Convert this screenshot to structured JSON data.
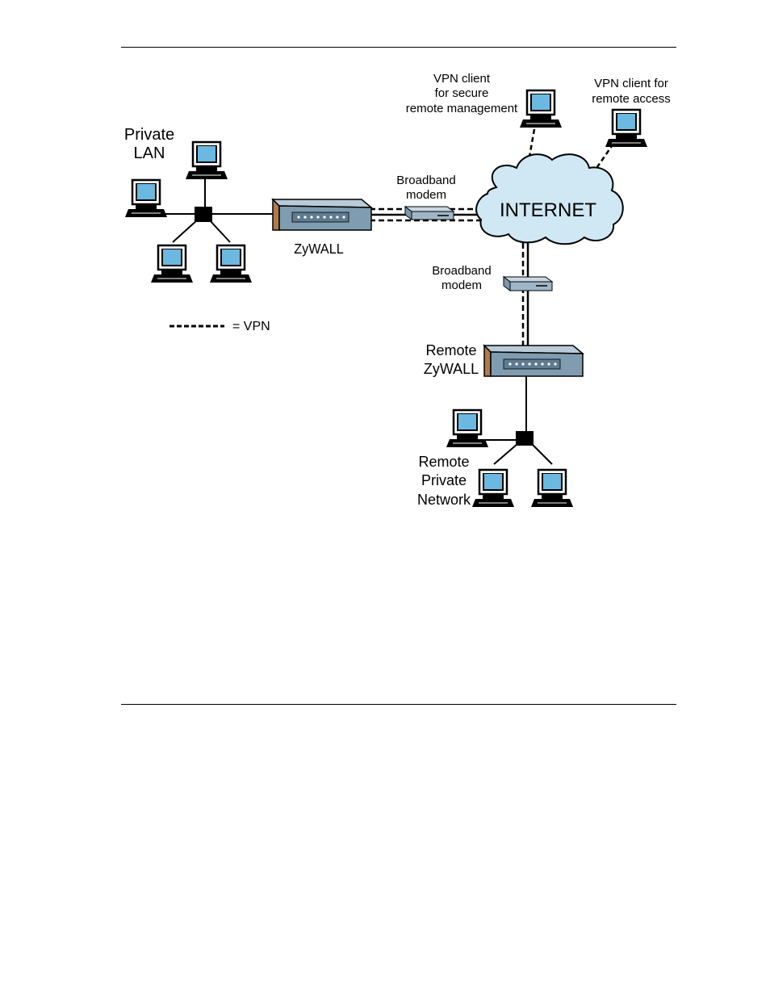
{
  "labels": {
    "private_lan_1": "Private",
    "private_lan_2": "LAN",
    "zywall": "ZyWALL",
    "broadband_modem_top_1": "Broadband",
    "broadband_modem_top_2": "modem",
    "internet": "INTERNET",
    "vpn_client_mgmt_1": "VPN client",
    "vpn_client_mgmt_2": "for secure",
    "vpn_client_mgmt_3": "remote management",
    "vpn_client_access_1": "VPN client for",
    "vpn_client_access_2": "remote access",
    "broadband_modem_bottom_1": "Broadband",
    "broadband_modem_bottom_2": "modem",
    "remote_zywall_1": "Remote",
    "remote_zywall_2": "ZyWALL",
    "remote_network_1": "Remote",
    "remote_network_2": "Private",
    "remote_network_3": "Network",
    "legend_vpn": "= VPN"
  },
  "colors": {
    "screen": "#6bb8e0",
    "cloud": "#cfe8f3",
    "router_body": "#7f9cb0",
    "router_side": "#b07a4a",
    "modem": "#9fb6c6",
    "line": "#000000"
  }
}
